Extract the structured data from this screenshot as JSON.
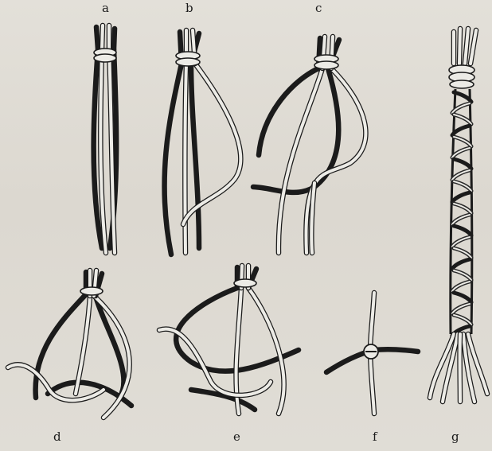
{
  "figure": {
    "labels": {
      "a": "a",
      "b": "b",
      "c": "c",
      "d": "d",
      "e": "e",
      "f": "f",
      "g": "g"
    }
  }
}
